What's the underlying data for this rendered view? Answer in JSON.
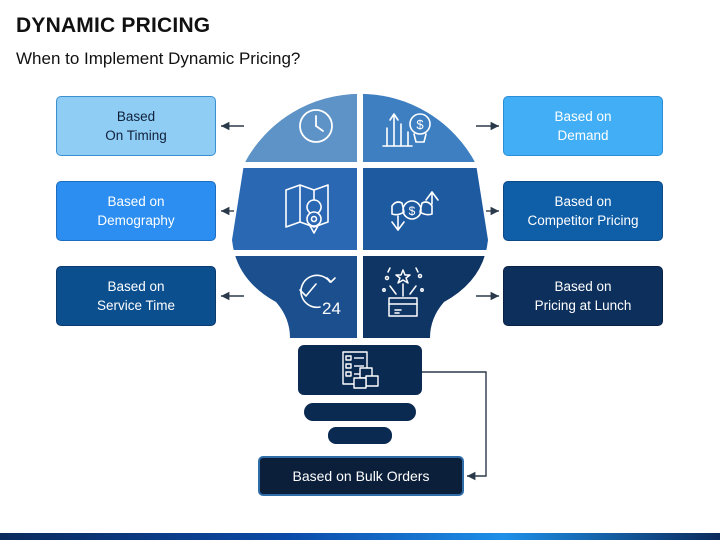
{
  "header": {
    "title": "DYNAMIC PRICING",
    "subtitle": "When to Implement Dynamic Pricing?"
  },
  "boxes": {
    "timing": "Based\nOn Timing",
    "demand": "Based  on\nDemand",
    "demography": "Based  on\nDemography",
    "competitor": "Based  on\nCompetitor  Pricing",
    "service_time": "Based  on\nService Time",
    "lunch": "Based  on\nPricing at Lunch",
    "bulk": "Based  on Bulk Orders"
  },
  "icons": {
    "timing": "clock-icon",
    "demand": "growth-money-icon",
    "demography": "map-location-icon",
    "competitor": "money-exchange-icon",
    "service_time": "24-hour-icon",
    "lunch": "gift-box-icon",
    "bulk": "checklist-boxes-icon",
    "service_time_number": "24"
  },
  "colors": {
    "timing_box": "#8fcdf5",
    "demand_box": "#41aef5",
    "demography_box": "#2b8ef0",
    "competitor_box": "#0f5ea8",
    "service_time_box": "#0c4f8f",
    "lunch_box": "#0d2f5c",
    "bulb_top_left": "#5d93c6",
    "bulb_top_right": "#3d7fc0",
    "bulb_mid_left": "#2a68b4",
    "bulb_mid_right": "#1d5aa0",
    "bulb_bottom_left": "#1b4f8d",
    "bulb_bottom_right": "#0f3565",
    "bulb_base": "#0b2a52"
  }
}
